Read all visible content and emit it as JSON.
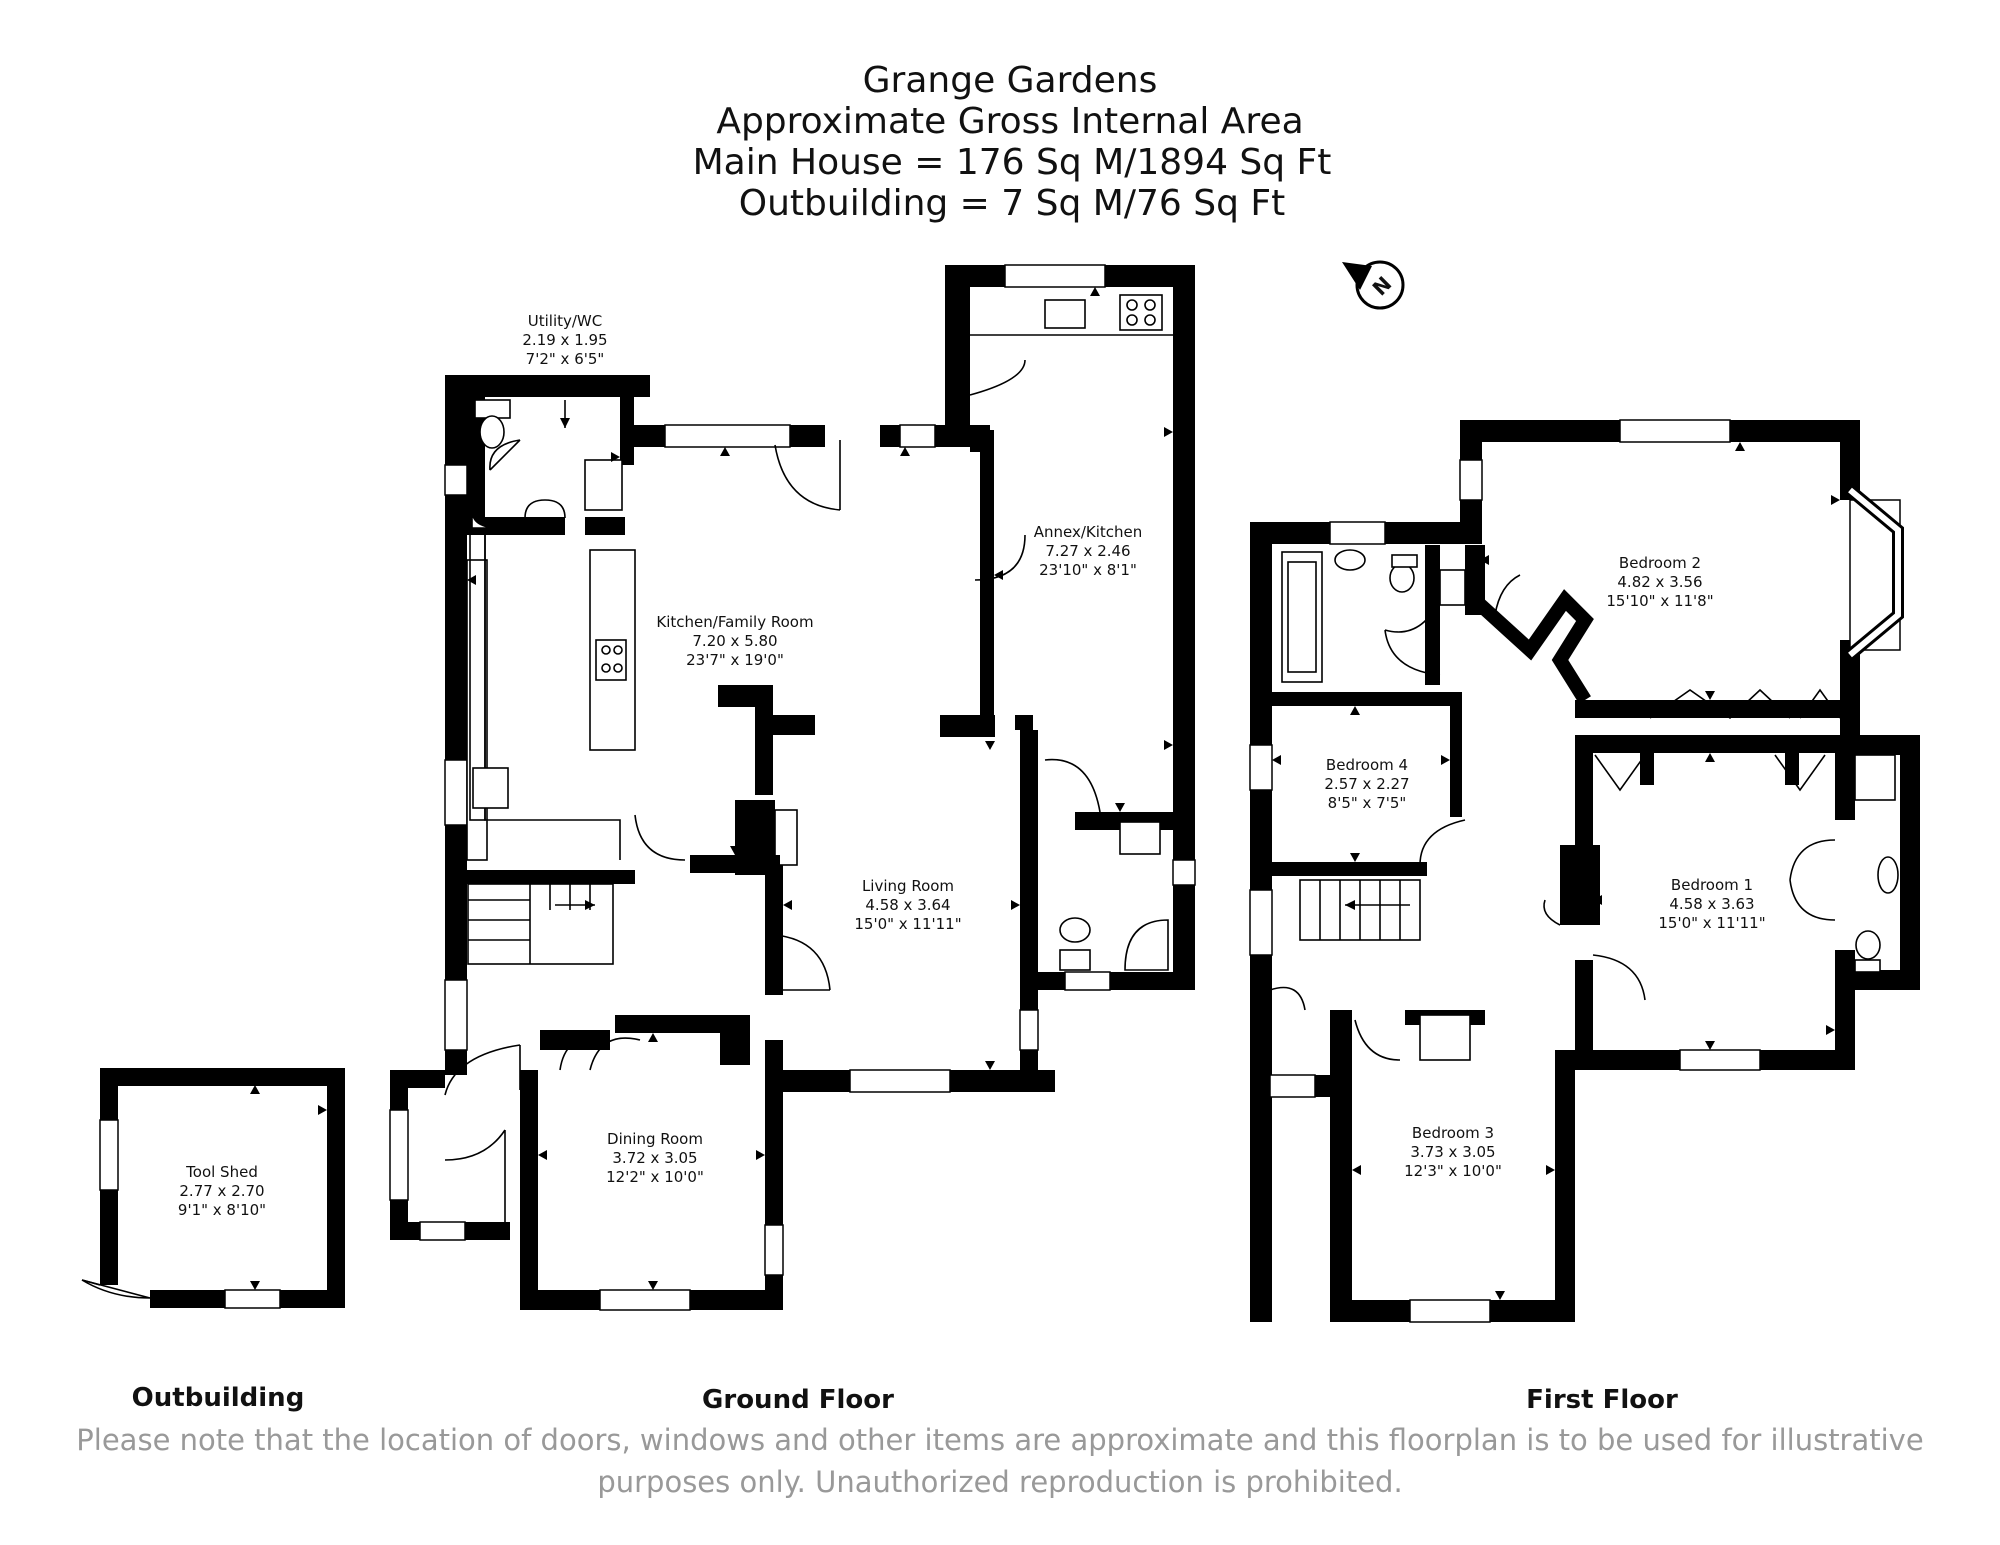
{
  "title": {
    "line1": "Grange Gardens",
    "line2": "Approximate Gross Internal Area",
    "line3": "Main House = 176 Sq M/1894 Sq Ft",
    "line4": "Outbuilding = 7 Sq M/76 Sq Ft"
  },
  "north_label": "N",
  "rooms": {
    "utility": {
      "name": "Utility/WC",
      "metric": "2.19 x 1.95",
      "imperial": "7'2\" x 6'5\""
    },
    "kitchen": {
      "name": "Kitchen/Family Room",
      "metric": "7.20 x 5.80",
      "imperial": "23'7\" x 19'0\""
    },
    "annex": {
      "name": "Annex/Kitchen",
      "metric": "7.27 x 2.46",
      "imperial": "23'10\" x 8'1\""
    },
    "living": {
      "name": "Living Room",
      "metric": "4.58 x 3.64",
      "imperial": "15'0\" x 11'11\""
    },
    "dining": {
      "name": "Dining Room",
      "metric": "3.72 x 3.05",
      "imperial": "12'2\" x 10'0\""
    },
    "toolshed": {
      "name": "Tool Shed",
      "metric": "2.77 x 2.70",
      "imperial": "9'1\" x 8'10\""
    },
    "bedroom2": {
      "name": "Bedroom 2",
      "metric": "4.82 x 3.56",
      "imperial": "15'10\" x 11'8\""
    },
    "bedroom4": {
      "name": "Bedroom 4",
      "metric": "2.57 x 2.27",
      "imperial": "8'5\" x 7'5\""
    },
    "bedroom1": {
      "name": "Bedroom 1",
      "metric": "4.58 x 3.63",
      "imperial": "15'0\" x 11'11\""
    },
    "bedroom3": {
      "name": "Bedroom 3",
      "metric": "3.73 x 3.05",
      "imperial": "12'3\" x 10'0\""
    }
  },
  "floors": {
    "outbuilding": "Outbuilding",
    "ground": "Ground Floor",
    "first": "First Floor"
  },
  "disclaimer": {
    "line1": "Please note that the location of doors, windows and other items are approximate and this floorplan is to be used for illustrative",
    "line2": "purposes only. Unauthorized reproduction is prohibited."
  }
}
